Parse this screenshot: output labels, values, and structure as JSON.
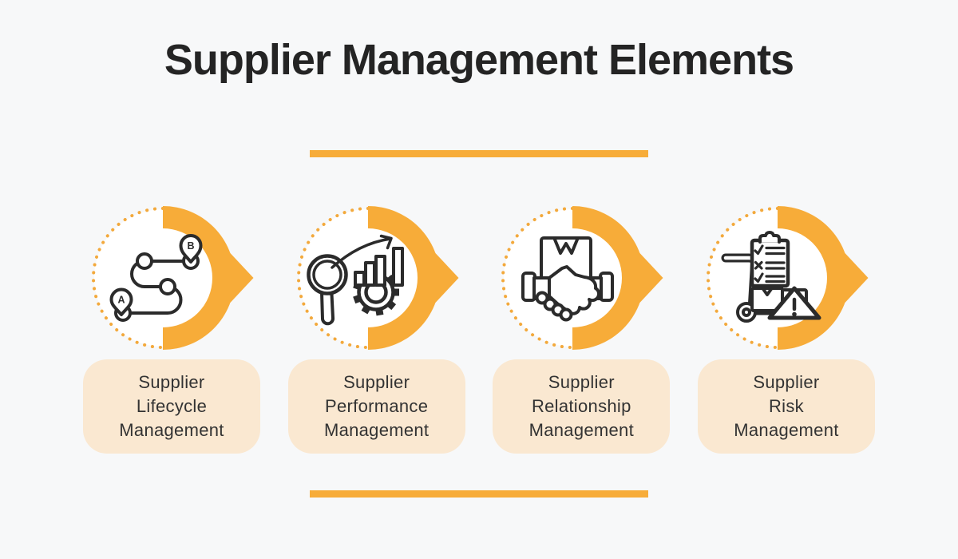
{
  "title": "Supplier Management Elements",
  "colors": {
    "background": "#F7F8F9",
    "accent_orange": "#F7AC39",
    "dotted_arc_orange": "#F3A93C",
    "label_box_bg": "#FAE8D1",
    "label_text": "#333333",
    "title_text": "#242424",
    "icon_stroke": "#2B2B2B"
  },
  "items": [
    {
      "label": "Supplier\nLifecycle\nManagement",
      "icon": "route-a-to-b-icon",
      "pin_labels": {
        "a": "A",
        "b": "B"
      }
    },
    {
      "label": "Supplier\nPerformance\nManagement",
      "icon": "magnifier-bar-chart-gear-icon"
    },
    {
      "label": "Supplier\nRelationship\nManagement",
      "icon": "handshake-package-icon"
    },
    {
      "label": "Supplier\nRisk\nManagement",
      "icon": "hand-truck-checklist-warning-icon"
    }
  ]
}
